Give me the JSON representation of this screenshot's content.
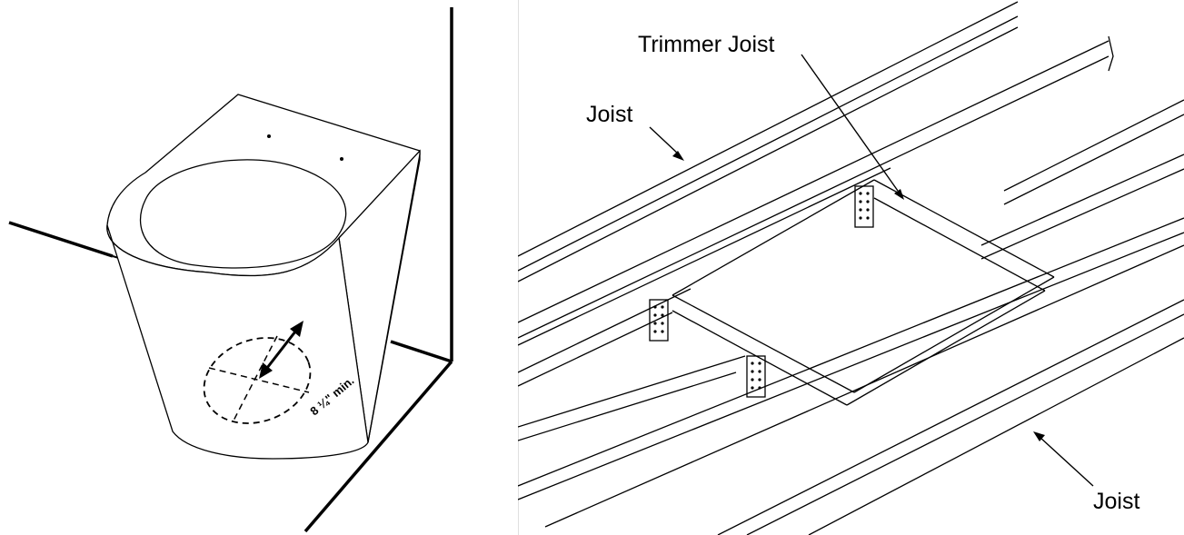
{
  "left_figure": {
    "dimension_label": "8 ¼\" min."
  },
  "right_figure": {
    "labels": {
      "trimmer_joist": "Trimmer Joist",
      "joist_top": "Joist",
      "joist_bottom": "Joist"
    }
  },
  "colors": {
    "line": "#000000",
    "background": "#ffffff"
  }
}
